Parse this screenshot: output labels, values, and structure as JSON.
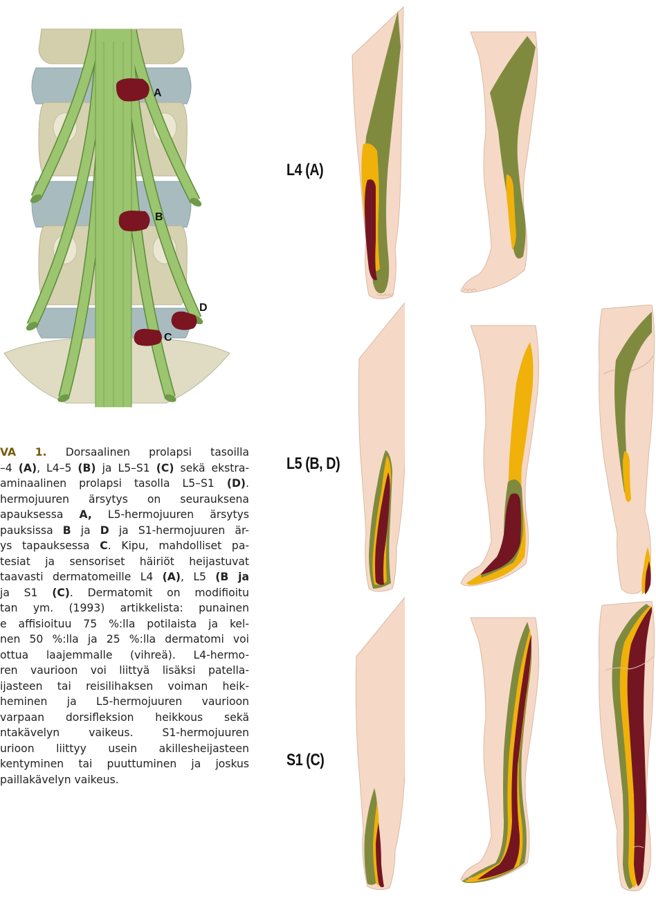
{
  "spine": {
    "markers": [
      {
        "id": "A",
        "label": "A"
      },
      {
        "id": "B",
        "label": "B"
      },
      {
        "id": "D",
        "label": "D"
      },
      {
        "id": "C",
        "label": "C"
      }
    ]
  },
  "caption": {
    "lines": [
      [
        {
          "t": "VA 1.",
          "s": "fig"
        },
        {
          "t": " Dorsaalinen prolapsi tasoilla"
        }
      ],
      [
        {
          "t": "–4 "
        },
        {
          "t": "(A)",
          "s": "b"
        },
        {
          "t": ", L4–5 "
        },
        {
          "t": "(B)",
          "s": "b"
        },
        {
          "t": " ja L5–S1 "
        },
        {
          "t": "(C)",
          "s": "b"
        },
        {
          "t": " sekä ekstra-"
        }
      ],
      [
        {
          "t": "aminaalinen prolapsi tasolla L5–S1 "
        },
        {
          "t": "(D)",
          "s": "b"
        },
        {
          "t": "."
        }
      ],
      [
        {
          "t": "hermojuuren ärsytys on seurauksena"
        }
      ],
      [
        {
          "t": "apauksessa "
        },
        {
          "t": "A,",
          "s": "b"
        },
        {
          "t": " L5-hermojuuren ärsytys"
        }
      ],
      [
        {
          "t": "pauksissa "
        },
        {
          "t": "B",
          "s": "b"
        },
        {
          "t": " ja "
        },
        {
          "t": "D",
          "s": "b"
        },
        {
          "t": " ja S1-hermojuuren är-"
        }
      ],
      [
        {
          "t": "ys tapauksessa "
        },
        {
          "t": "C",
          "s": "b"
        },
        {
          "t": ". Kipu, mahdolliset pa-"
        }
      ],
      [
        {
          "t": "tesiat ja sensoriset häiriöt heijastuvat"
        }
      ],
      [
        {
          "t": "taavasti dermatomeille L4 "
        },
        {
          "t": "(A)",
          "s": "b"
        },
        {
          "t": ", L5 "
        },
        {
          "t": "(B ja",
          "s": "b"
        }
      ],
      [
        {
          "t": "ja S1 "
        },
        {
          "t": "(C)",
          "s": "b"
        },
        {
          "t": ". Dermatomit on modifioitu"
        }
      ],
      [
        {
          "t": "tan ym. (1993) artikkelista: punainen"
        }
      ],
      [
        {
          "t": "e affisioituu 75 %:lla potilaista ja kel-"
        }
      ],
      [
        {
          "t": "nen 50 %:lla ja 25 %:lla dermatomi voi"
        }
      ],
      [
        {
          "t": "ottua laajemmalle (vihreä). L4-hermo-"
        }
      ],
      [
        {
          "t": "ren vaurioon voi liittyä lisäksi patella-"
        }
      ],
      [
        {
          "t": "ijasteen tai reisilihaksen voiman heik-"
        }
      ],
      [
        {
          "t": "heminen ja L5-hermojuuren vaurioon"
        }
      ],
      [
        {
          "t": "varpaan dorsifleksion heikkous sekä"
        }
      ],
      [
        {
          "t": "ntakävelyn vaikeus. S1-hermojuuren"
        }
      ],
      [
        {
          "t": "urioon liittyy usein akillesheijasteen"
        }
      ],
      [
        {
          "t": "kentyminen tai puuttuminen ja joskus"
        }
      ],
      [
        {
          "t": "paillakävelyn vaikeus."
        }
      ]
    ]
  },
  "rows": [
    {
      "label": "L4 (A)"
    },
    {
      "label": "L5 (B, D)"
    },
    {
      "label": "S1 (C)"
    }
  ],
  "colors": {
    "skin": "#f5d9c6",
    "green": "#7f8a3f",
    "yellow": "#efb10a",
    "red": "#741622",
    "nerve": "#98c36a",
    "disc": "#a7bcc1",
    "vertebra": "#d6d1b0",
    "sacrum": "#dfdcc3"
  }
}
